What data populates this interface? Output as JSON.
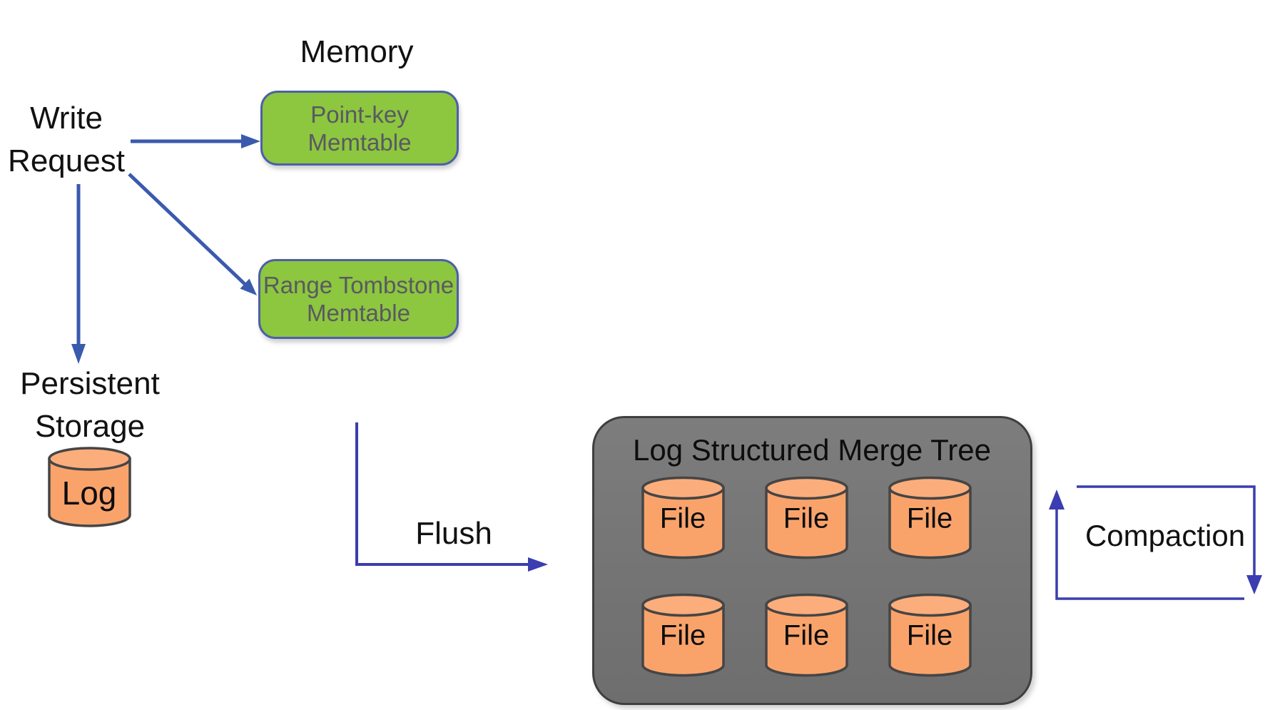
{
  "labels": {
    "memory": "Memory",
    "write_request": {
      "line1": "Write",
      "line2": "Request"
    },
    "persistent_storage": {
      "line1": "Persistent",
      "line2": "Storage"
    },
    "log": "Log",
    "flush": "Flush",
    "compaction": "Compaction"
  },
  "memtables": {
    "point_key": {
      "line1": "Point-key",
      "line2": "Memtable"
    },
    "range_tombstone": {
      "line1": "Range Tombstone",
      "line2": "Memtable"
    }
  },
  "lsm_tree": {
    "title": "Log Structured Merge Tree",
    "files": [
      {
        "label": "File"
      },
      {
        "label": "File"
      },
      {
        "label": "File"
      },
      {
        "label": "File"
      },
      {
        "label": "File"
      },
      {
        "label": "File"
      }
    ]
  },
  "colors": {
    "memtable_fill": "#8dc63f",
    "memtable_border": "#4e5fa8",
    "memtable_text": "#595962",
    "cylinder_fill": "#f9a36b",
    "cylinder_top_fill": "#fbad7c",
    "cylinder_stroke": "#454545",
    "lsm_box_fill": "#767676",
    "lsm_box_border": "#3f3f3f",
    "write_arrow_blue": "#3a5aad",
    "flow_arrow_indigo": "#3b3db0",
    "text_black": "#111111"
  }
}
